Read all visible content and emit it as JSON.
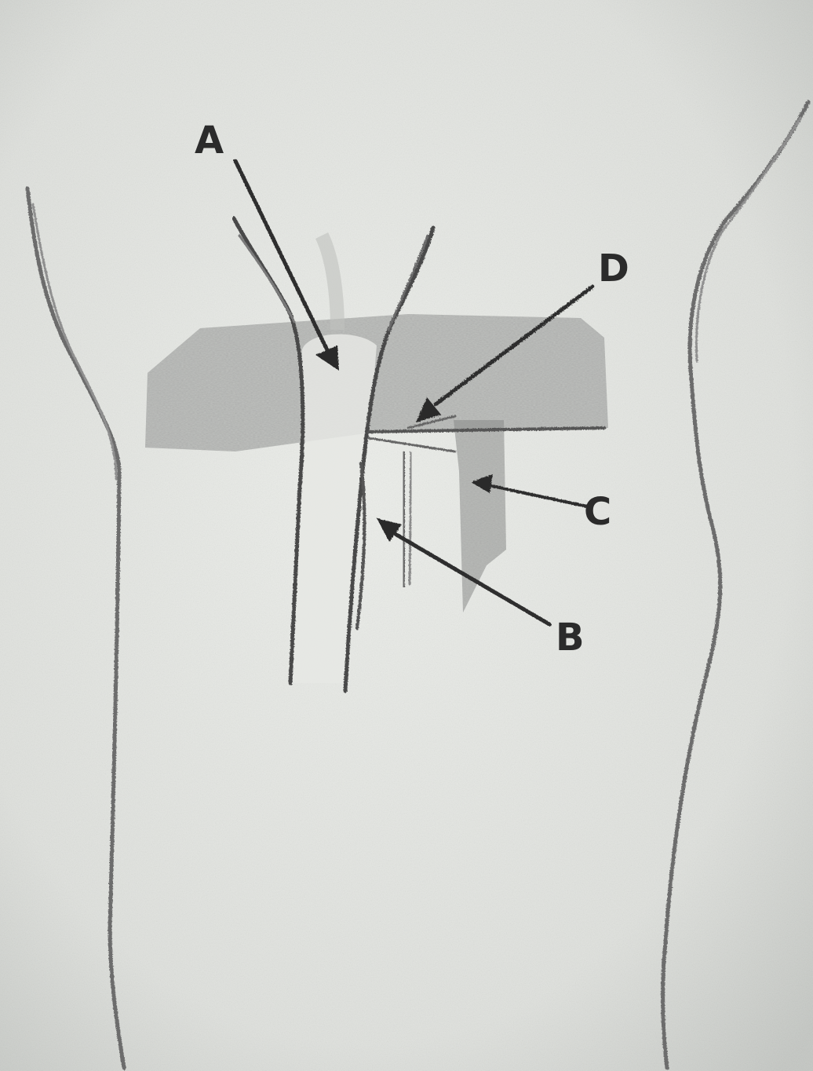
{
  "diagram": {
    "labels": {
      "a": "A",
      "b": "B",
      "c": "C",
      "d": "D"
    }
  },
  "colors": {
    "paper": "#e4e6e2",
    "paper_shadow": "#c9ccc8",
    "pencil_dark": "#3a3a3a",
    "pencil_mid": "#6c6c6c",
    "shading": "#8f8f8f"
  }
}
